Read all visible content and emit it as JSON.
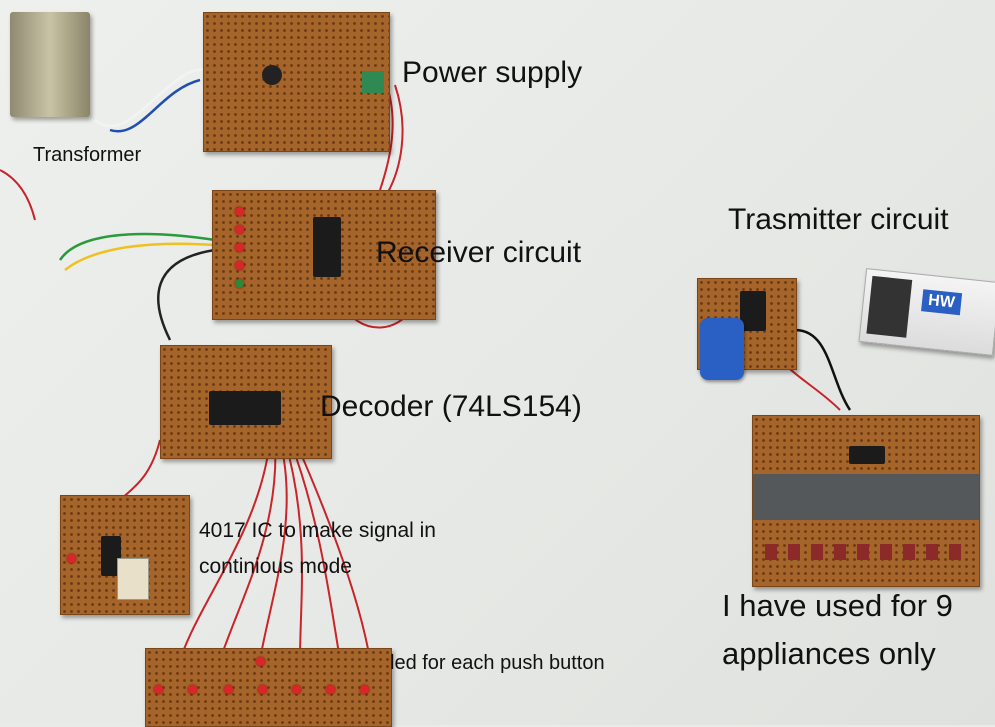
{
  "labels": {
    "power_supply": "Power supply",
    "transformer": "Transformer",
    "receiver": "Receiver circuit",
    "decoder": "Decoder (74LS154)",
    "counter_line1": "4017 IC to make signal in",
    "counter_line2": "continious mode",
    "leds": "led for each push button",
    "transmitter": "Trasmitter circuit",
    "appliances_line1": "I have used for 9",
    "appliances_line2": "appliances only"
  },
  "battery_text": "HW",
  "colors": {
    "pcb": "#a4642a",
    "wire_red": "#c8242a",
    "battery_blue": "#2a5fc4",
    "background": "#e9ebe8"
  }
}
